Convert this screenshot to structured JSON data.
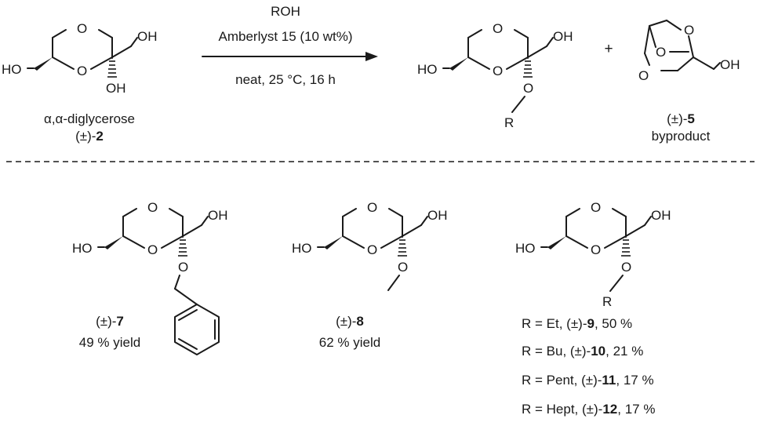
{
  "reaction": {
    "reagent_top": "ROH",
    "catalyst": "Amberlyst 15 (10 wt%)",
    "conditions": "neat, 25 °C, 16 h",
    "plus": "+"
  },
  "compound_2": {
    "name": "α,α-diglycerose",
    "prefix": "(±)-",
    "number": "2"
  },
  "compound_5": {
    "prefix": "(±)-",
    "number": "5",
    "role": "byproduct"
  },
  "compound_7": {
    "prefix": "(±)-",
    "number": "7",
    "yield": "49 % yield"
  },
  "compound_8": {
    "prefix": "(±)-",
    "number": "8",
    "yield": "62 % yield"
  },
  "series": [
    {
      "r": "R = Et, ",
      "prefix": "(±)-",
      "number": "9",
      "yield": ", 50 %"
    },
    {
      "r": "R = Bu, ",
      "prefix": "(±)-",
      "number": "10",
      "yield": ", 21 %"
    },
    {
      "r": "R = Pent, ",
      "prefix": "(±)-",
      "number": "11",
      "yield": ", 17 %"
    },
    {
      "r": "R = Hept, ",
      "prefix": "(±)-",
      "number": "12",
      "yield": ", 17 %"
    }
  ],
  "atoms": {
    "O": "O",
    "OH": "OH",
    "HO": "HO",
    "R": "R"
  }
}
